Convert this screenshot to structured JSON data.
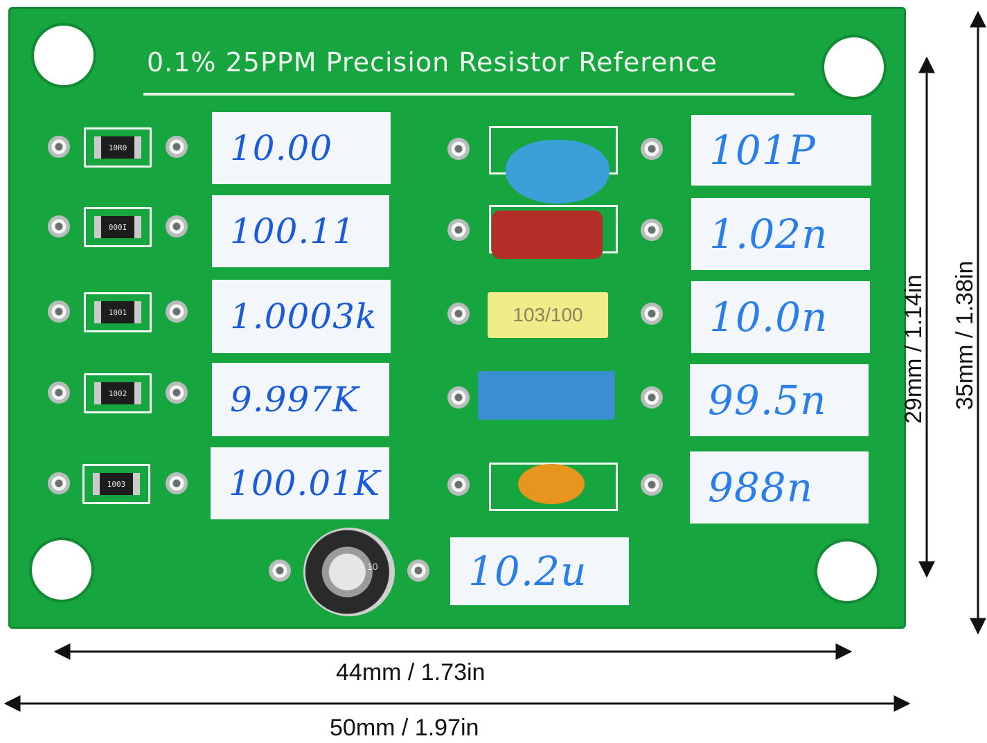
{
  "board": {
    "title": "0.1% 25PPM Precision Resistor Reference",
    "resistors": [
      {
        "code": "10R0",
        "label": "10.00"
      },
      {
        "code": "000I",
        "label": "100.11"
      },
      {
        "code": "1001",
        "label": "1.0003k"
      },
      {
        "code": "1002",
        "label": "9.997K"
      },
      {
        "code": "1003",
        "label": "100.01K"
      }
    ],
    "capacitors": [
      {
        "label": "101P"
      },
      {
        "label": "1.02n"
      },
      {
        "label": "10.0n",
        "marking": "103/100"
      },
      {
        "label": "99.5n"
      },
      {
        "label": "988n"
      }
    ],
    "electrolytic": {
      "label": "10.2u",
      "marking": "10"
    }
  },
  "dimensions": {
    "inner_width": "44mm / 1.73in",
    "outer_width": "50mm / 1.97in",
    "inner_height": "29mm / 1.14in",
    "outer_height": "35mm / 1.38in"
  },
  "colors": {
    "board": "#17a53f",
    "ink": "#1a5bd8",
    "line": "#111111"
  }
}
